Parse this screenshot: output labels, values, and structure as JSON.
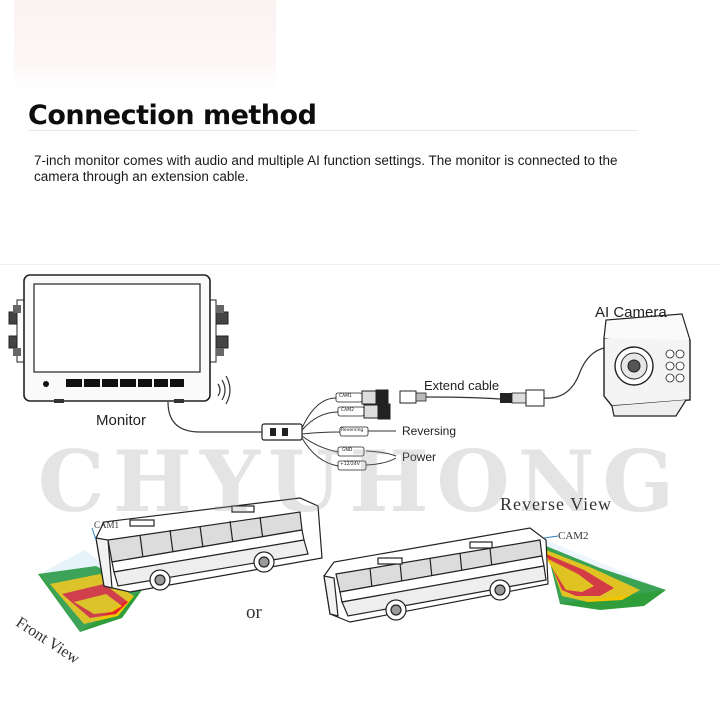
{
  "header": {
    "title": "Connection method",
    "description": "7-inch monitor comes with audio and multiple AI function settings. The monitor is connected to the camera through an extension cable."
  },
  "diagram": {
    "monitor_label": "Monitor",
    "camera_label": "AI Camera",
    "extend_cable_label": "Extend cable",
    "reversing_label": "Reversing",
    "power_label": "Power",
    "connectors": [
      "CAM1",
      "CAM2",
      "Reversing",
      "GND",
      "+12/24V"
    ],
    "watermark": "CHYUHONG",
    "reverse_view_label": "Reverse View",
    "front_view_label": "Front View",
    "or_label": "or",
    "cam1_label": "CAM1",
    "cam2_label": "CAM2"
  },
  "colors": {
    "green": "#2f9e3a",
    "yellow": "#f2c500",
    "red": "#e3252b"
  }
}
